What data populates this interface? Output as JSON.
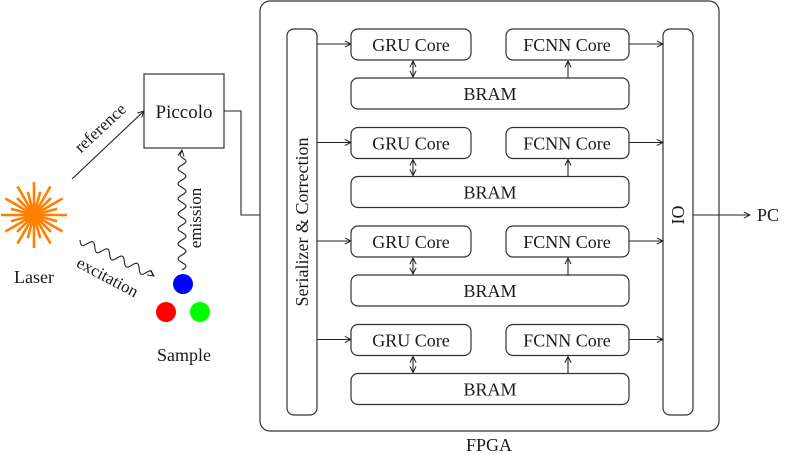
{
  "diagram": {
    "laser": {
      "label": "Laser",
      "color": "#ff8000"
    },
    "piccolo": {
      "label": "Piccolo"
    },
    "sample": {
      "label": "Sample",
      "dot_colors": [
        "#0000ff",
        "#ff0000",
        "#00ff00"
      ]
    },
    "edges": {
      "reference": "reference",
      "excitation": "excitation",
      "emission": "emission"
    },
    "fpga": {
      "label": "FPGA",
      "serializer": "Serializer & Correction",
      "io": "IO",
      "lanes": [
        {
          "gru": "GRU Core",
          "fcnn": "FCNN Core",
          "bram": "BRAM"
        },
        {
          "gru": "GRU Core",
          "fcnn": "FCNN Core",
          "bram": "BRAM"
        },
        {
          "gru": "GRU Core",
          "fcnn": "FCNN Core",
          "bram": "BRAM"
        },
        {
          "gru": "GRU Core",
          "fcnn": "FCNN Core",
          "bram": "BRAM"
        }
      ]
    },
    "output": {
      "label": "PC"
    }
  }
}
